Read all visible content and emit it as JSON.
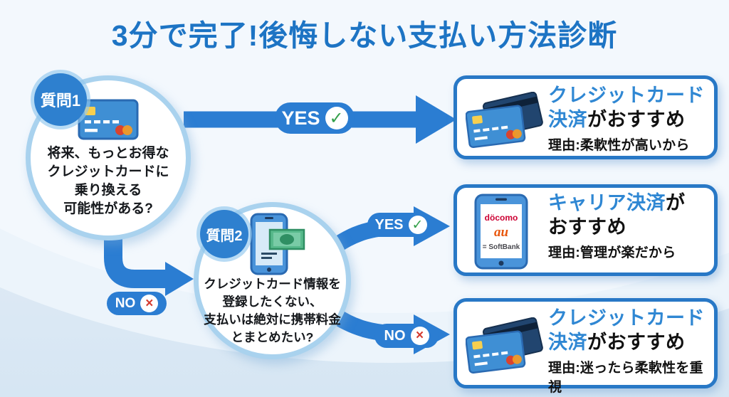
{
  "title": "3分で完了!後悔しない支払い方法診断",
  "questions": [
    {
      "badge": "質問1",
      "icon": "credit-card-icon",
      "lines": [
        "将来、もっとお得な",
        "クレジットカードに",
        "乗り換える",
        "可能性がある?"
      ]
    },
    {
      "badge": "質問2",
      "icon": "smartphone-money-icon",
      "lines": [
        "クレジットカード情報を",
        "登録したくない、",
        "支払いは絶対に携帯料金",
        "とまとめたい?"
      ]
    }
  ],
  "branches": {
    "q1_yes": "YES",
    "q1_no": "NO",
    "q2_yes": "YES",
    "q2_no": "NO",
    "check_glyph": "✓",
    "cross_glyph": "×"
  },
  "results": [
    {
      "icon": "credit-cards-icon",
      "line1_blue": "クレジットカード",
      "line2_blue": "決済",
      "line2_black": "がおすすめ",
      "reason": "理由:柔軟性が高いから"
    },
    {
      "icon": "carrier-phone-icon",
      "line1_blue": "キャリア決済",
      "line1_black": "が",
      "line2_black": "おすすめ",
      "reason": "理由:管理が楽だから",
      "carriers": [
        "döcomo",
        "au",
        "= SoftBank"
      ]
    },
    {
      "icon": "credit-cards-icon",
      "line1_blue": "クレジットカード",
      "line2_blue": "決済",
      "line2_black": "がおすすめ",
      "reason": "理由:迷ったら柔軟性を重視"
    }
  ],
  "colors": {
    "main_blue": "#2b7dd2",
    "title_blue": "#1d74c4",
    "result_title_blue": "#2f87d3",
    "ring_light_blue": "#a9d2ee",
    "box_border_blue": "#2878c6",
    "check_green": "#34a04a",
    "cross_red": "#d43a2f",
    "card_blue": "#3f8fd4",
    "card_navy": "#21456f",
    "banknote_green": "#57b98b",
    "docomo_red": "#cc0033",
    "au_orange": "#e8560c",
    "softbank_gray": "#4a4a50"
  }
}
